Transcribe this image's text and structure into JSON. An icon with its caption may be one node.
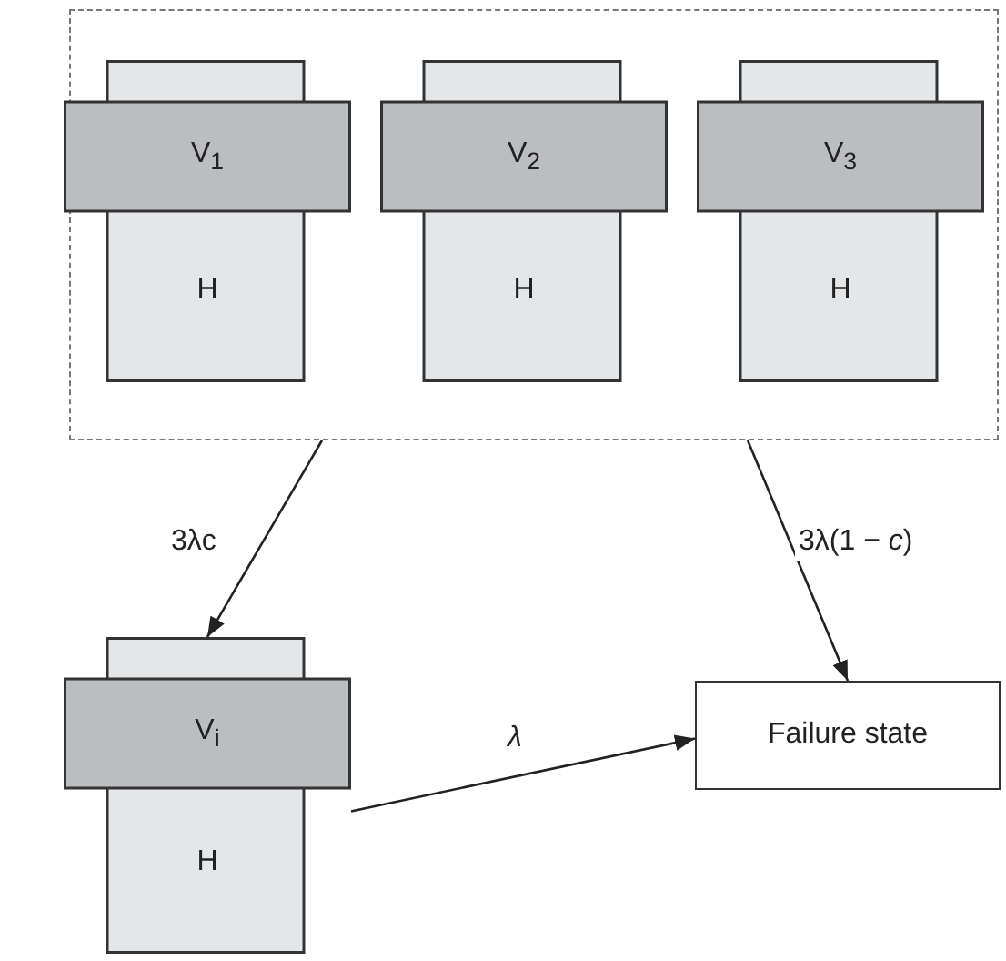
{
  "diagram": {
    "nodes": [
      {
        "text": [],
        "shape": "box"
      },
      {
        "text": [
          "V$_{1}$",
          "H"
        ],
        "in": 0
      },
      {
        "text": [
          "V$_{2}$",
          "H"
        ],
        "in": 0
      },
      {
        "text": [
          "V$_{3}$",
          "H"
        ],
        "in": 0
      },
      {
        "text": [
          "V$_{i}$",
          "H"
        ]
      },
      {
        "text": [
          "Failure state"
        ]
      }
    ],
    "edges": [
      {
        "from": 0,
        "to": 4,
        "arrow": "to",
        "label": "3λc"
      },
      {
        "from": 0,
        "to": 5,
        "arrow": "to",
        "label": "3λ(1 − *c*)"
      },
      {
        "from": 4,
        "to": 5,
        "arrow": "to",
        "label": "*λ*"
      }
    ]
  }
}
